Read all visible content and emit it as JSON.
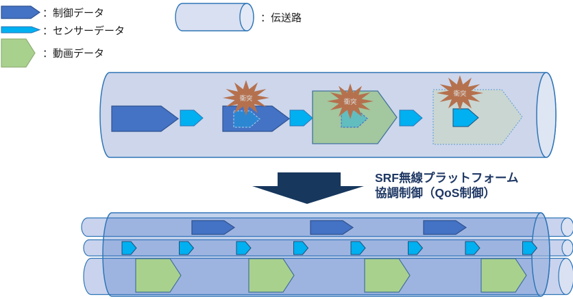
{
  "legend": {
    "items": [
      {
        "name": "control-data",
        "label": "：制御データ",
        "color": "#4472C4"
      },
      {
        "name": "sensor-data",
        "label": "：センサーデータ",
        "color": "#00B0F0"
      },
      {
        "name": "video-data",
        "label": "：動画データ",
        "color": "#A9D18E"
      }
    ],
    "transmission_path_label": "：伝送路"
  },
  "shared_channel": {
    "collision_label": "衝突",
    "collision_count": 3
  },
  "qos": {
    "caption_line1": "SRF無線プラットフォーム",
    "caption_line2": "協調制御（QoS制御）"
  },
  "coordinated_channels": {
    "control_channel": {
      "packet_count": 3,
      "color": "#4472C4"
    },
    "sensor_channel": {
      "packet_count": 8,
      "color": "#00B0F0"
    },
    "video_channel": {
      "packet_count": 4,
      "color": "#A9D18E"
    }
  },
  "colors": {
    "pipe_fill": "#CDD6EB",
    "pipe_stroke": "#2E75B6",
    "collision_star": "#B5714E",
    "transform_arrow": "#17375D",
    "caption_text": "#1F3864"
  }
}
